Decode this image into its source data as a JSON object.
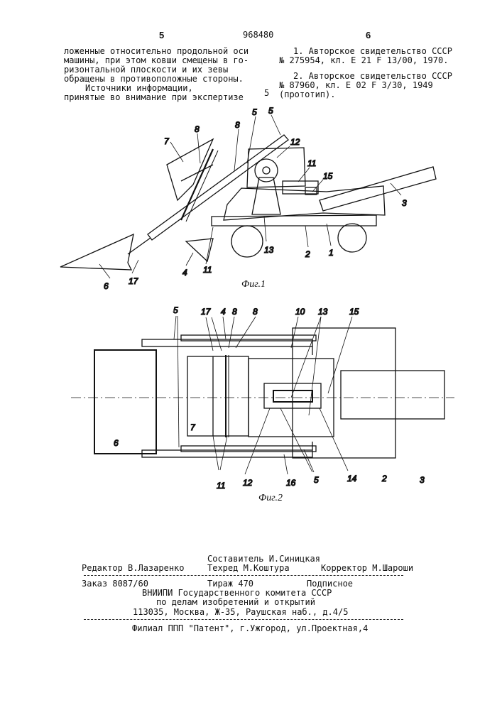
{
  "header": {
    "page_left": "5",
    "patent_number": "968480",
    "page_right": "6"
  },
  "left_column": {
    "lines": [
      "ложенные относительно продольной оси",
      "машины, при этом ковши смещены в го-",
      "ризонтальной плоскости и их зевы",
      "обращены в противоположные стороны.",
      "Источники информации,",
      "принятые во внимание при экспертизе"
    ],
    "margin_number": "5"
  },
  "right_column": {
    "lines": [
      "1. Авторское свидетельство СССР",
      "№ 275954, кл. Е 21 F 13/00, 1970.",
      "2. Авторское свидетельство СССР",
      "№ 87960, кл. Е 02 F 3/30, 1949",
      "(прототип)."
    ]
  },
  "figures": {
    "fig1": {
      "caption": "Фиг.1",
      "labels": [
        "7",
        "8",
        "8",
        "5",
        "5",
        "12",
        "11",
        "15",
        "3",
        "6",
        "17",
        "4",
        "11",
        "13",
        "2",
        "1"
      ]
    },
    "fig2": {
      "caption": "Фиг.2",
      "labels": [
        "5",
        "17",
        "4",
        "8",
        "8",
        "10",
        "13",
        "15",
        "6",
        "7",
        "11",
        "12",
        "16",
        "5",
        "14",
        "2",
        "3"
      ]
    }
  },
  "footer": {
    "compiler": "Составитель И.Синицкая",
    "editor": "Редактор В.Лазаренко",
    "techred": "Техред М.Коштура",
    "corrector": "Корректор М.Шароши",
    "order": "Заказ 8087/60",
    "circulation": "Тираж 470",
    "subscription": "Подписное",
    "org_line1": "ВНИИПИ Государственного комитета СССР",
    "org_line2": "по делам изобретений и открытий",
    "org_address": "113035, Москва, Ж-35, Раушская наб., д.4/5",
    "branch": "Филиал ППП \"Патент\", г.Ужгород, ул.Проектная,4"
  }
}
